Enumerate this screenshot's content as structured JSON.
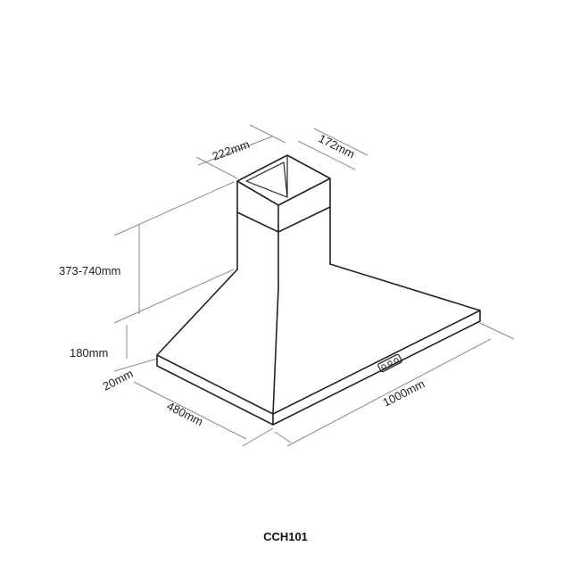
{
  "dimensions": {
    "chimney_width": "222mm",
    "chimney_depth": "172mm",
    "chimney_height": "373-740mm",
    "canopy_height": "180mm",
    "rim_height": "20mm",
    "depth": "480mm",
    "width": "1000mm"
  },
  "model": "CCH101",
  "colors": {
    "outline": "#222222",
    "dimension_line": "#8a8a8a",
    "background": "#ffffff"
  }
}
